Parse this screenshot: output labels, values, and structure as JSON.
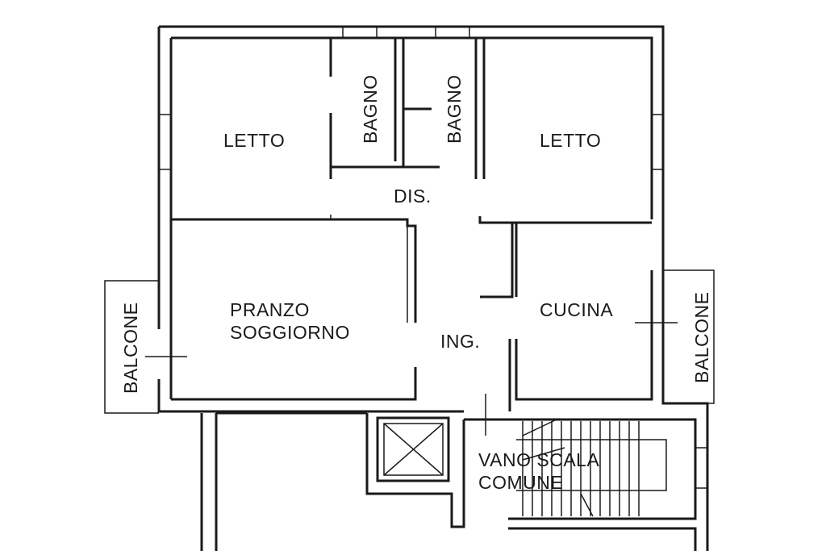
{
  "rooms": {
    "bedroom_left": "LETTO",
    "bath_left": "BAGNO",
    "bath_right": "BAGNO",
    "bedroom_right": "LETTO",
    "hallway": "DIS.",
    "living_line1": "PRANZO",
    "living_line2": "SOGGIORNO",
    "entrance": "ING.",
    "kitchen": "CUCINA",
    "balcony_left": "BALCONE",
    "balcony_right": "BALCONE",
    "stair_line1": "VANO SCALA",
    "stair_line2": "COMUNE"
  }
}
